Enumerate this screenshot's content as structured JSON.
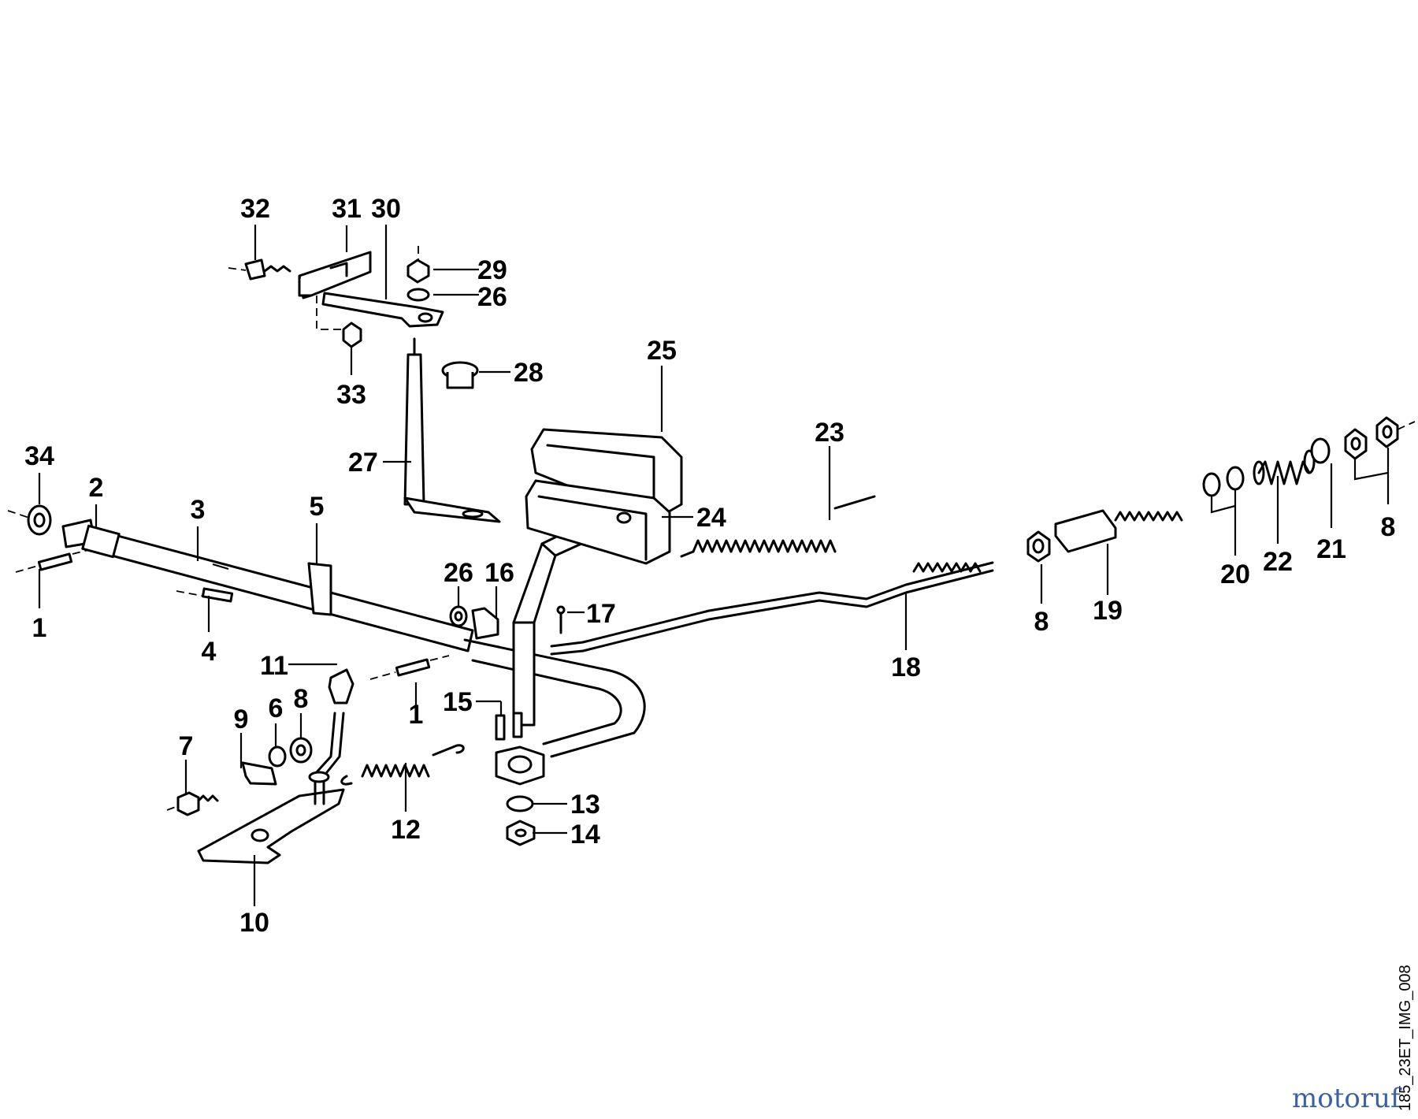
{
  "diagram": {
    "drawing_code": "185_23ET_IMG_008",
    "watermark": "motoruf",
    "callouts": [
      {
        "id": "c34",
        "text": "34"
      },
      {
        "id": "c2",
        "text": "2"
      },
      {
        "id": "c3",
        "text": "3"
      },
      {
        "id": "c5",
        "text": "5"
      },
      {
        "id": "c1a",
        "text": "1"
      },
      {
        "id": "c4",
        "text": "4"
      },
      {
        "id": "c32",
        "text": "32"
      },
      {
        "id": "c31",
        "text": "31"
      },
      {
        "id": "c30",
        "text": "30"
      },
      {
        "id": "c29",
        "text": "29"
      },
      {
        "id": "c26a",
        "text": "26"
      },
      {
        "id": "c33",
        "text": "33"
      },
      {
        "id": "c28",
        "text": "28"
      },
      {
        "id": "c27",
        "text": "27"
      },
      {
        "id": "c25",
        "text": "25"
      },
      {
        "id": "c24",
        "text": "24"
      },
      {
        "id": "c23",
        "text": "23"
      },
      {
        "id": "c26b",
        "text": "26"
      },
      {
        "id": "c16",
        "text": "16"
      },
      {
        "id": "c17",
        "text": "17"
      },
      {
        "id": "c11",
        "text": "11"
      },
      {
        "id": "c9",
        "text": "9"
      },
      {
        "id": "c6",
        "text": "6"
      },
      {
        "id": "c8a",
        "text": "8"
      },
      {
        "id": "c7",
        "text": "7"
      },
      {
        "id": "c1b",
        "text": "1"
      },
      {
        "id": "c15",
        "text": "15"
      },
      {
        "id": "c12",
        "text": "12"
      },
      {
        "id": "c13",
        "text": "13"
      },
      {
        "id": "c14",
        "text": "14"
      },
      {
        "id": "c10",
        "text": "10"
      },
      {
        "id": "c18",
        "text": "18"
      },
      {
        "id": "c8b",
        "text": "8"
      },
      {
        "id": "c19",
        "text": "19"
      },
      {
        "id": "c20",
        "text": "20"
      },
      {
        "id": "c22",
        "text": "22"
      },
      {
        "id": "c21",
        "text": "21"
      },
      {
        "id": "c8c",
        "text": "8"
      }
    ]
  }
}
